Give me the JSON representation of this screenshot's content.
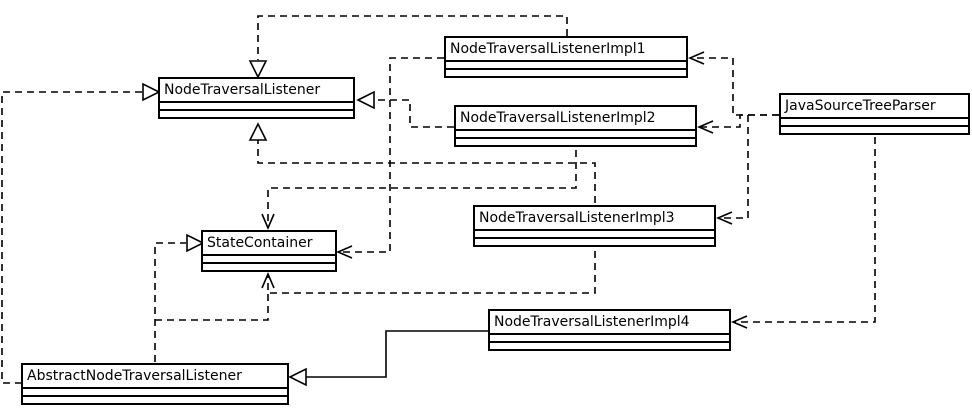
{
  "diagram": {
    "classes": [
      {
        "id": "ntl",
        "name": "NodeTraversalListener"
      },
      {
        "id": "impl1",
        "name": "NodeTraversalListenerImpl1"
      },
      {
        "id": "impl2",
        "name": "NodeTraversalListenerImpl2"
      },
      {
        "id": "impl3",
        "name": "NodeTraversalListenerImpl3"
      },
      {
        "id": "impl4",
        "name": "NodeTraversalListenerImpl4"
      },
      {
        "id": "parser",
        "name": "JavaSourceTreeParser"
      },
      {
        "id": "state",
        "name": "StateContainer"
      },
      {
        "id": "abstract",
        "name": "AbstractNodeTraversalListener"
      }
    ],
    "relationships": [
      {
        "from": "impl1",
        "to": "ntl",
        "kind": "realization"
      },
      {
        "from": "impl2",
        "to": "ntl",
        "kind": "realization"
      },
      {
        "from": "impl3",
        "to": "ntl",
        "kind": "realization"
      },
      {
        "from": "abstract",
        "to": "ntl",
        "kind": "realization"
      },
      {
        "from": "abstract",
        "to": "state",
        "kind": "realization"
      },
      {
        "from": "impl4",
        "to": "abstract",
        "kind": "generalization"
      },
      {
        "from": "impl1",
        "to": "state",
        "kind": "dependency"
      },
      {
        "from": "impl2",
        "to": "state",
        "kind": "dependency"
      },
      {
        "from": "impl3",
        "to": "state",
        "kind": "dependency"
      },
      {
        "from": "abstract",
        "to": "state",
        "kind": "dependency"
      },
      {
        "from": "parser",
        "to": "impl1",
        "kind": "dependency"
      },
      {
        "from": "parser",
        "to": "impl2",
        "kind": "dependency"
      },
      {
        "from": "parser",
        "to": "impl3",
        "kind": "dependency"
      },
      {
        "from": "parser",
        "to": "impl4",
        "kind": "dependency"
      }
    ]
  }
}
